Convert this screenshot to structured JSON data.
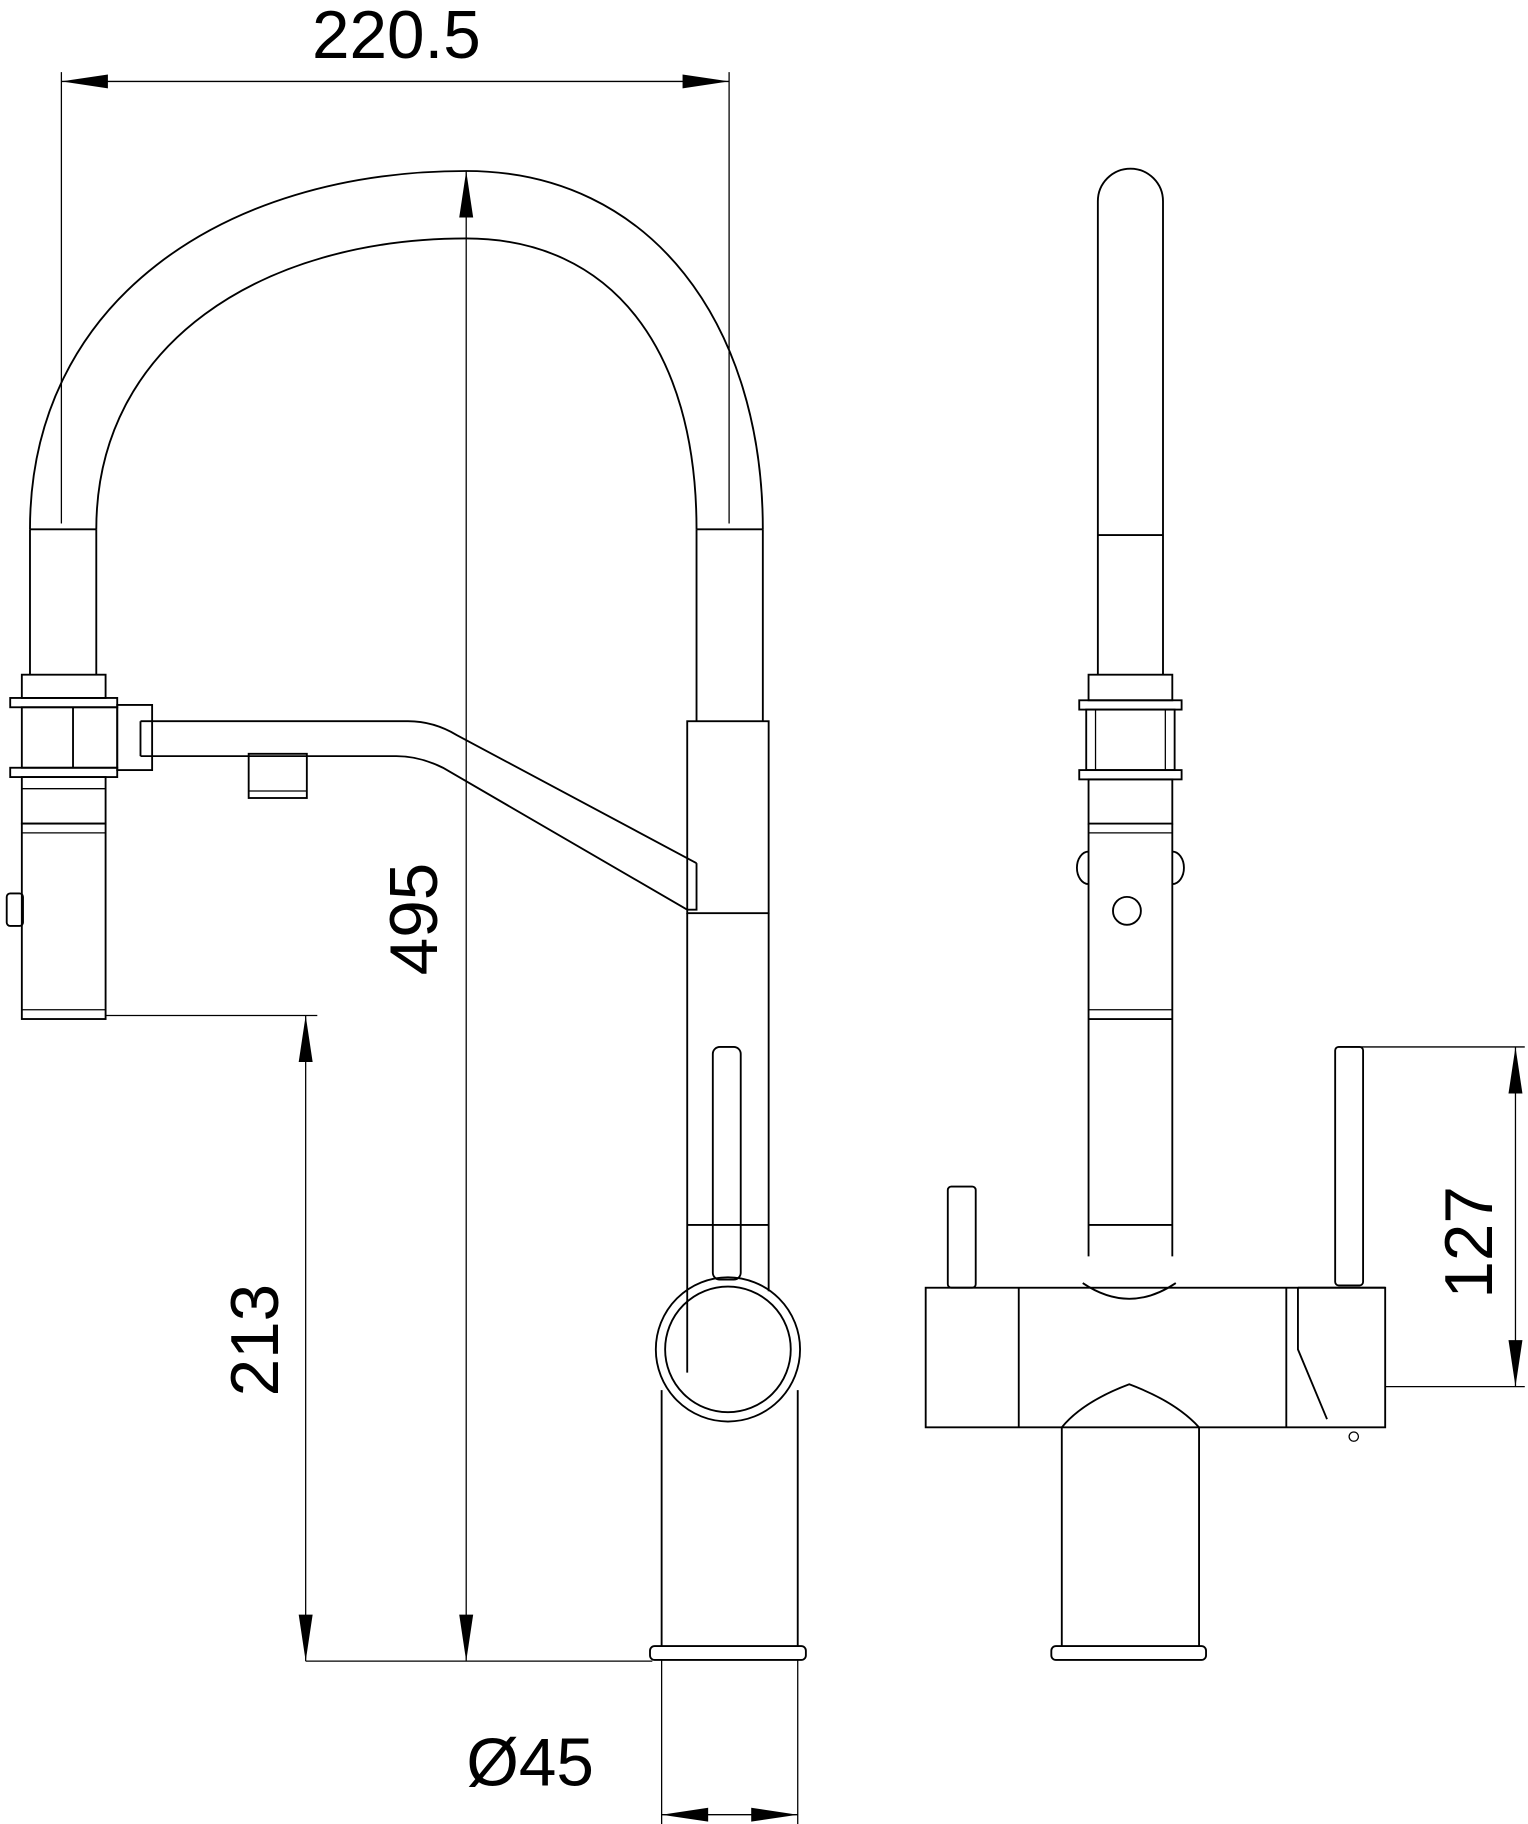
{
  "drawing": {
    "title": "Kitchen faucet with pull-out spray - side and front views",
    "dimensions": {
      "spout_reach": "220.5",
      "total_height": "495",
      "spout_outlet_height": "213",
      "base_diameter": "Ø45",
      "lever_height": "127"
    },
    "colors": {
      "line": "#000000",
      "background": "#ffffff"
    }
  }
}
